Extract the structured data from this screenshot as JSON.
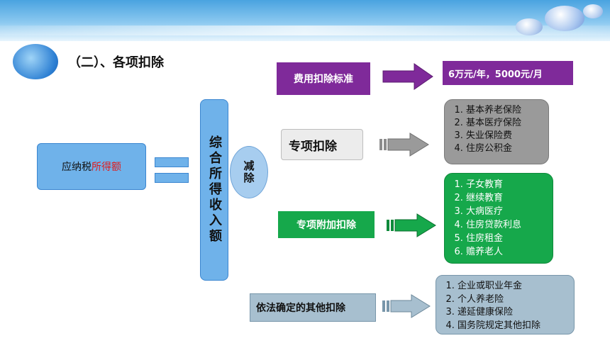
{
  "heading": "（二）、各项扣除",
  "taxable": {
    "prefix": "应纳税",
    "highlight": "所得额"
  },
  "income": "综合所得收入额",
  "minus": "减除",
  "standard": {
    "label": "费用扣除标准",
    "value": "6万元/年，5000元/月"
  },
  "special": {
    "label": "专项扣除",
    "items": [
      "基本养老保险",
      "基本医疗保险",
      "失业保险费",
      "住房公积金"
    ]
  },
  "additional": {
    "label": "专项附加扣除",
    "items": [
      "子女教育",
      "继续教育",
      "大病医疗",
      "住房贷款利息",
      "住房租金",
      "赡养老人"
    ]
  },
  "other": {
    "label": "依法确定的其他扣除",
    "items": [
      "企业或职业年金",
      "个人养老险",
      "递延健康保险",
      "国务院规定其他扣除"
    ]
  },
  "colors": {
    "blue": "#6fb2ea",
    "purple": "#7f2a9a",
    "green": "#16a84b",
    "gray": "#9a9a9a",
    "steel": "#a7bfcf",
    "highlight": "#e01b1b"
  }
}
